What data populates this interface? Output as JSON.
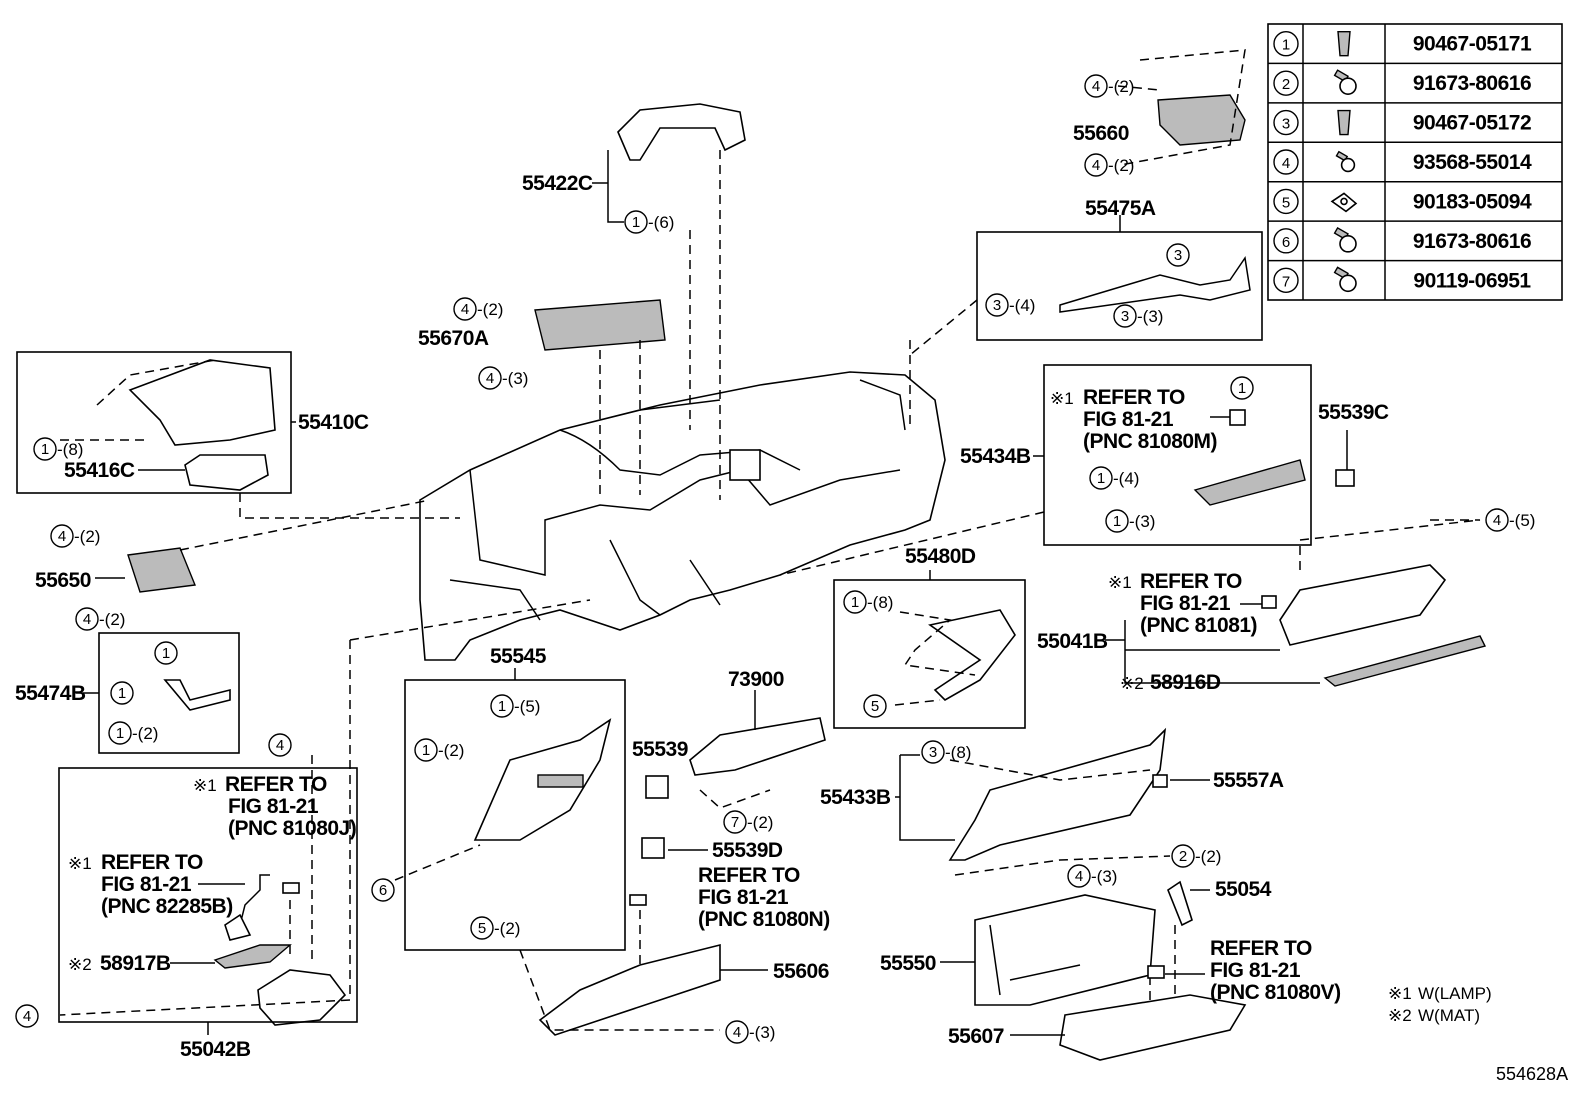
{
  "parts": {
    "p55422C": "55422C",
    "p55660": "55660",
    "p55475A": "55475A",
    "p55670A": "55670A",
    "p55410C": "55410C",
    "p55416C": "55416C",
    "p55434B": "55434B",
    "p55539C": "55539C",
    "p55650": "55650",
    "p55480D": "55480D",
    "p55041B": "55041B",
    "p58916D": "58916D",
    "p55474B": "55474B",
    "p55545": "55545",
    "p73900": "73900",
    "p55539": "55539",
    "p55539D": "55539D",
    "p55433B": "55433B",
    "p55557A": "55557A",
    "p55042B": "55042B",
    "p58917B": "58917B",
    "p55606": "55606",
    "p55054": "55054",
    "p55550": "55550",
    "p55607": "55607"
  },
  "refs": {
    "r81080M": {
      "mark": "※1",
      "line1": "REFER TO",
      "line2": "FIG 81-21",
      "line3": "(PNC 81080M)"
    },
    "r81081": {
      "mark": "※1",
      "line1": "REFER TO",
      "line2": "FIG 81-21",
      "line3": "(PNC 81081)"
    },
    "r81080J": {
      "mark": "※1",
      "line1": "REFER TO",
      "line2": "FIG 81-21",
      "line3": "(PNC 81080J)"
    },
    "r82285B": {
      "mark": "※1",
      "line1": "REFER TO",
      "line2": "FIG 81-21",
      "line3": "(PNC 82285B)"
    },
    "r81080N": {
      "line1": "REFER TO",
      "line2": "FIG 81-21",
      "line3": "(PNC 81080N)"
    },
    "r81080V": {
      "line1": "REFER TO",
      "line2": "FIG 81-21",
      "line3": "(PNC 81080V)"
    }
  },
  "marks": {
    "m1": "※1",
    "m2": "※2"
  },
  "notes": [
    {
      "mark": "※1",
      "text": "W(LAMP)"
    },
    {
      "mark": "※2",
      "text": "W(MAT)"
    }
  ],
  "figure_id": "554628A",
  "callouts": [
    {
      "num": "1",
      "qty": "-(6)"
    },
    {
      "num": "4",
      "qty": "-(2)"
    },
    {
      "num": "4",
      "qty": "-(2)"
    },
    {
      "num": "3",
      "qty": ""
    },
    {
      "num": "3",
      "qty": "-(4)"
    },
    {
      "num": "3",
      "qty": "-(3)"
    },
    {
      "num": "4",
      "qty": "-(2)"
    },
    {
      "num": "4",
      "qty": "-(3)"
    },
    {
      "num": "1",
      "qty": "-(8)"
    },
    {
      "num": "1",
      "qty": ""
    },
    {
      "num": "1",
      "qty": "-(4)"
    },
    {
      "num": "1",
      "qty": "-(3)"
    },
    {
      "num": "4",
      "qty": "-(2)"
    },
    {
      "num": "4",
      "qty": "-(2)"
    },
    {
      "num": "1",
      "qty": "-(8)"
    },
    {
      "num": "5",
      "qty": ""
    },
    {
      "num": "4",
      "qty": "-(5)"
    },
    {
      "num": "1",
      "qty": ""
    },
    {
      "num": "1",
      "qty": ""
    },
    {
      "num": "1",
      "qty": "-(2)"
    },
    {
      "num": "1",
      "qty": "-(5)"
    },
    {
      "num": "1",
      "qty": "-(2)"
    },
    {
      "num": "5",
      "qty": "-(2)"
    },
    {
      "num": "7",
      "qty": "-(2)"
    },
    {
      "num": "3",
      "qty": "-(8)"
    },
    {
      "num": "2",
      "qty": "-(2)"
    },
    {
      "num": "4",
      "qty": "-(3)"
    },
    {
      "num": "4",
      "qty": ""
    },
    {
      "num": "6",
      "qty": ""
    },
    {
      "num": "4",
      "qty": ""
    },
    {
      "num": "4",
      "qty": "-(3)"
    }
  ],
  "fastener_table": [
    {
      "num": "1",
      "icon": "clip-icon",
      "part_no": "90467-05171"
    },
    {
      "num": "2",
      "icon": "bolt-icon",
      "part_no": "91673-80616"
    },
    {
      "num": "3",
      "icon": "clip-icon",
      "part_no": "90467-05172"
    },
    {
      "num": "4",
      "icon": "screw-icon",
      "part_no": "93568-55014"
    },
    {
      "num": "5",
      "icon": "nut-clip-icon",
      "part_no": "90183-05094"
    },
    {
      "num": "6",
      "icon": "bolt-icon",
      "part_no": "91673-80616"
    },
    {
      "num": "7",
      "icon": "bolt-icon",
      "part_no": "90119-06951"
    }
  ]
}
